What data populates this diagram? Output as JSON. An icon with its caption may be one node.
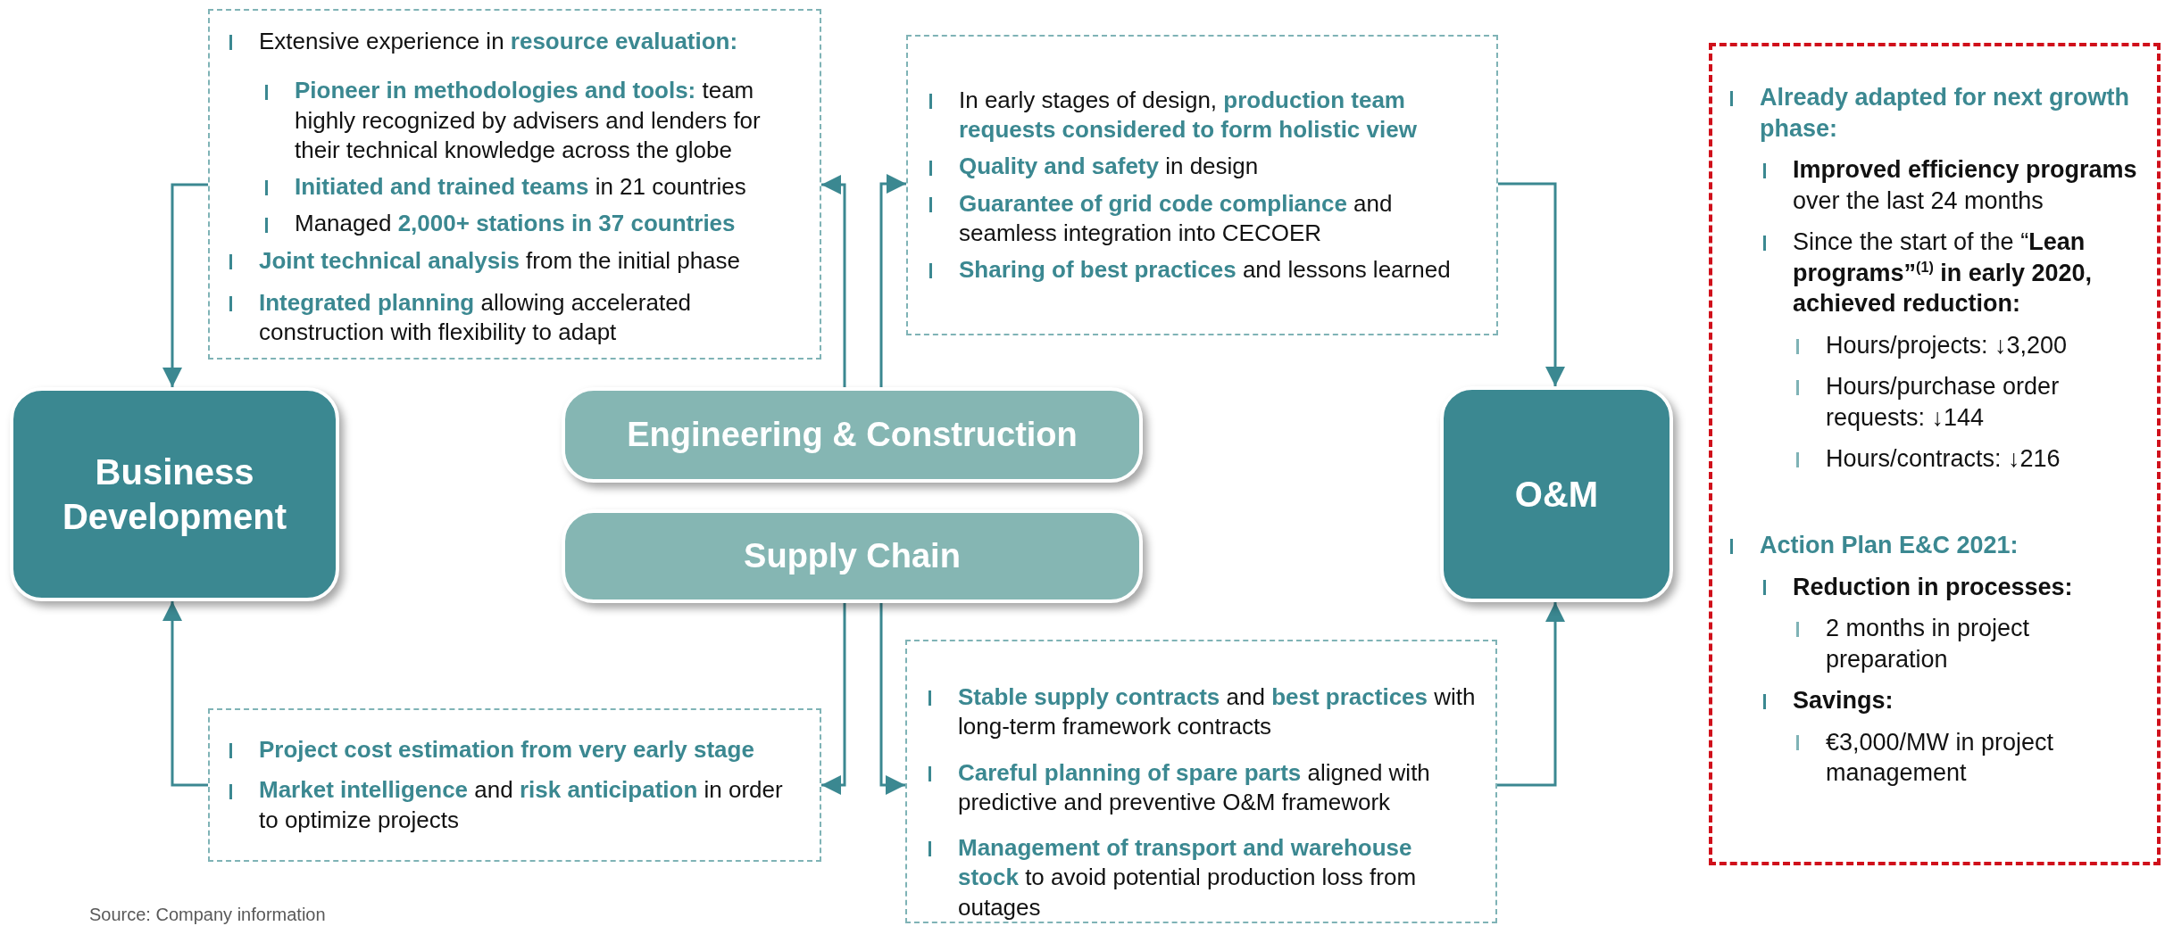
{
  "diagram": {
    "nodes": [
      {
        "text": [
          "Extensive experience in **resource evaluation:**",
          "**Pioneer in methodologies and tools:** team highly recognized by advisers and lenders for their technical knowledge across the globe",
          "**Initiated and trained teams** in 21 countries",
          "Managed **2,000+ stations in 37 countries**",
          "**Joint technical analysis** from the initial phase",
          "**Integrated planning** allowing accelerated construction with flexibility to adapt"
        ]
      },
      {
        "text": [
          "In early stages of design, **production team requests considered to form holistic view**",
          "**Quality and safety** in design",
          "**Guarantee of grid code compliance** and seamless integration into CECOER",
          "**Sharing of best practices** and lessons learned"
        ]
      },
      {
        "text": [
          "Already adapted for next growth phase:",
          "**Improved efficiency programs** over the last 24 months",
          "Since the start of the “**Lean programs”**$^{(1)}$ **in early 2020, achieved reduction:**",
          "Hours/projects: ↓3,200",
          "Hours/purchase order requests: ↓144",
          "Hours/contracts: ↓216",
          "Action Plan E&C 2021:",
          "Reduction in processes:",
          "2 months in project preparation",
          "Savings:",
          "€3,000/MW in project management"
        ]
      },
      {
        "text": [
          "Business Development"
        ]
      },
      {
        "text": [
          "Engineering & Construction"
        ]
      },
      {
        "text": [
          "Supply Chain"
        ]
      },
      {
        "text": [
          "O&M"
        ]
      },
      {
        "text": [
          "Project cost estimation from very early stage",
          "**Market intelligence** and **risk anticipation** in order to optimize projects"
        ]
      },
      {
        "text": [
          "**Stable supply contracts** and **best practices** with long-term framework contracts",
          "**Careful planning of spare parts** aligned with predictive and preventive O&M framework",
          "**Management of transport and warehouse stock** to avoid potential production loss from outages"
        ]
      }
    ],
    "edges": [
      {
        "from": 0,
        "to": 3,
        "arrow": "to"
      },
      {
        "from": 4,
        "to": 0,
        "arrow": "to"
      },
      {
        "from": 4,
        "to": 1,
        "arrow": "to"
      },
      {
        "from": 1,
        "to": 6,
        "arrow": "to"
      },
      {
        "from": 5,
        "to": 7,
        "arrow": "to"
      },
      {
        "from": 7,
        "to": 3,
        "arrow": "to"
      },
      {
        "from": 5,
        "to": 8,
        "arrow": "to"
      },
      {
        "from": 8,
        "to": 6,
        "arrow": "to"
      }
    ],
    "labels": [
      "Source: Company information"
    ]
  }
}
